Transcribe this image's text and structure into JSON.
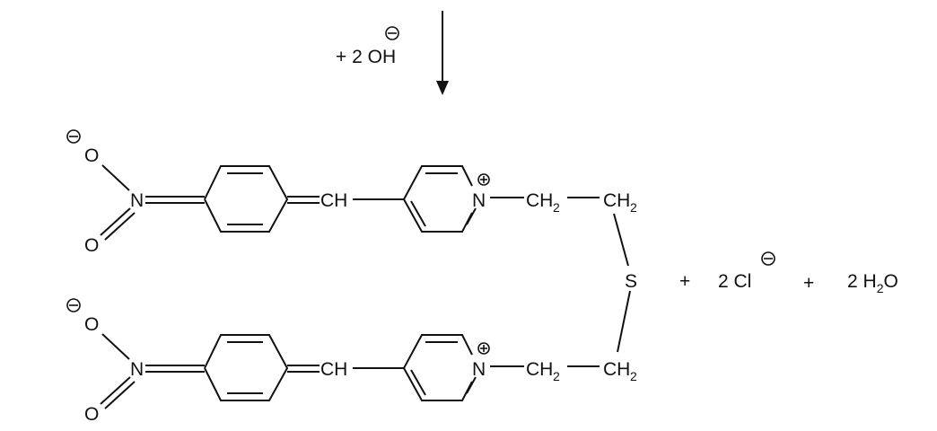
{
  "reagent": {
    "prefix": "+ 2 OH",
    "charge": "−"
  },
  "molecule": {
    "nitro_O_top": "O",
    "nitro_O_bottom": "O",
    "nitro_N": "N",
    "oxygen_charge": "−",
    "methine": "CH",
    "pyridinium_N": "N",
    "pyridinium_charge": "+",
    "ch2": "CH",
    "ch2_sub": "2",
    "sulfur": "S"
  },
  "products": {
    "plus1": "+",
    "chloride_coeff": "2 Cl",
    "chloride_charge": "−",
    "plus2": "+",
    "water_coeff": "2  H",
    "water_sub": "2",
    "water_O": "O"
  }
}
